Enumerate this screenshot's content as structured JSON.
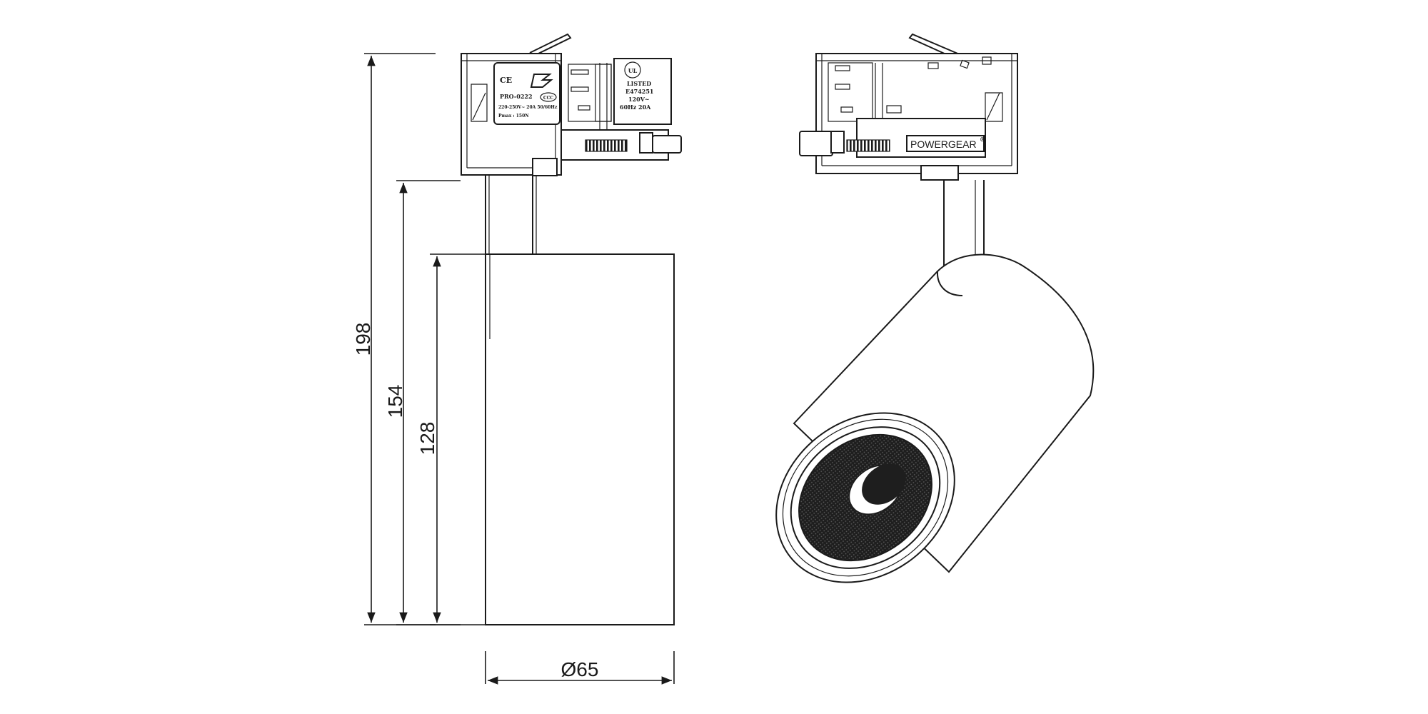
{
  "dimensions": {
    "total_height": "198",
    "height_adapter": "154",
    "height_body": "128",
    "diameter": "Ø65"
  },
  "front_label": {
    "ce_mark": "CE",
    "model": "PRO-0222",
    "voltage_line": "220-250V~ 20A 50/60Hz",
    "power_line": "Pmax : 150N",
    "ce_badge": "CCC"
  },
  "ul_label": {
    "ul_mark": "UL",
    "listed": "LISTED",
    "file_no": "E474251",
    "rating_line1": "120V~",
    "rating_line2": "60Hz 20A"
  },
  "brand": {
    "name": "POWERGEAR",
    "registered": "®"
  },
  "colors": {
    "line": "#1a1a1a",
    "background": "#ffffff",
    "lens_dark": "#222222"
  }
}
